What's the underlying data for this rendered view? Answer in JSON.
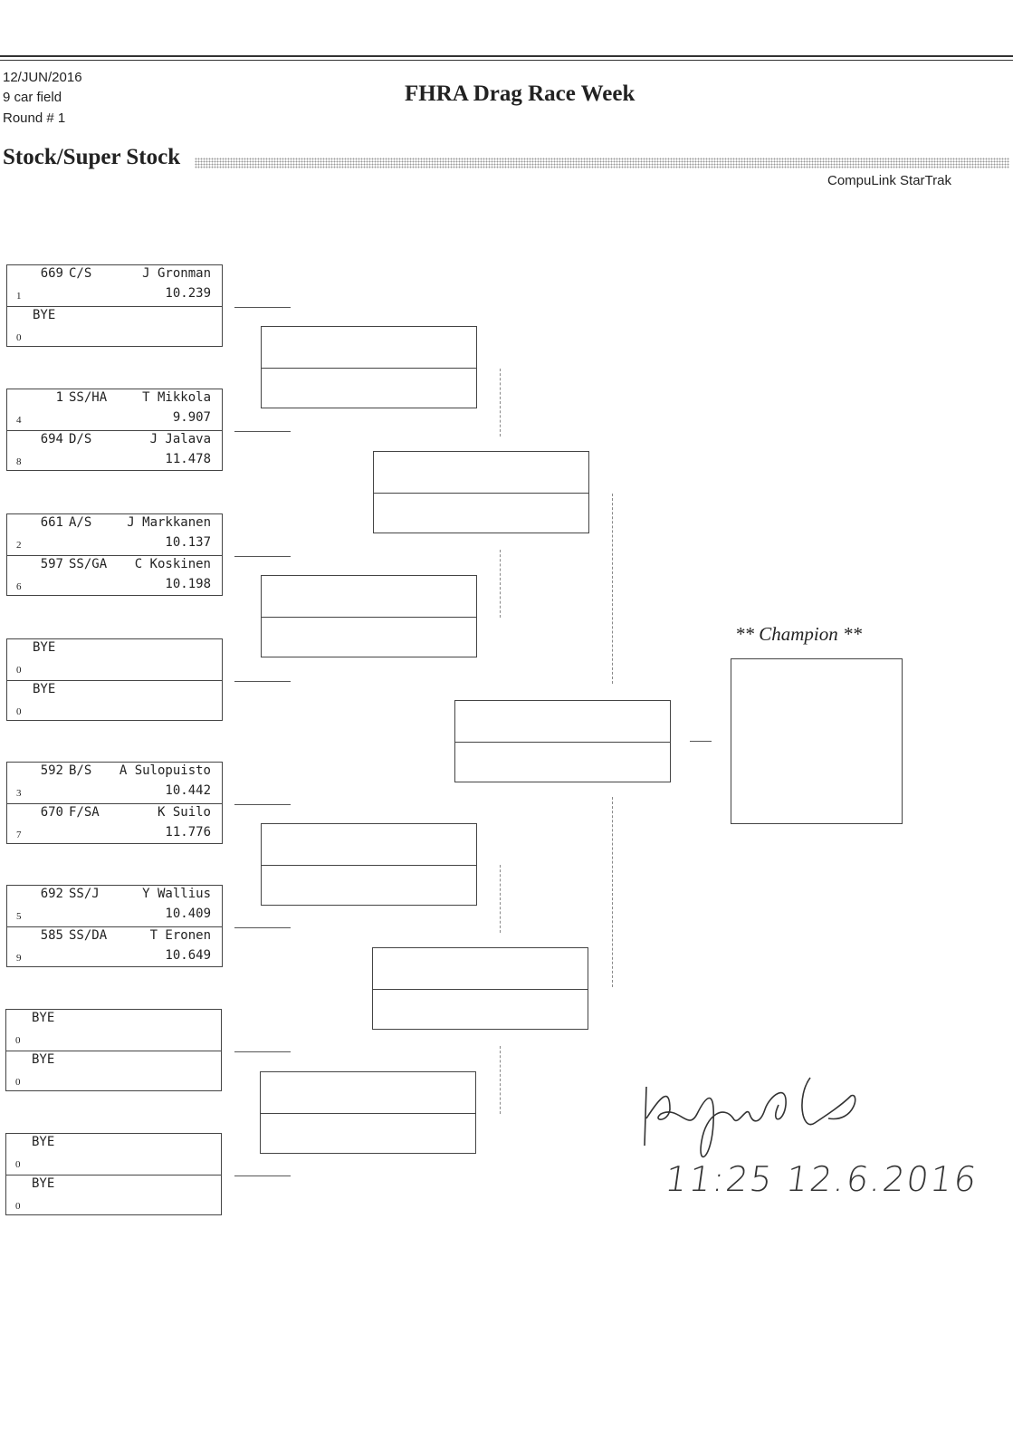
{
  "header": {
    "date": "12/JUN/2016",
    "field": "9 car field",
    "round": "Round # 1",
    "title": "FHRA Drag Race Week",
    "class_name": "Stock/Super Stock",
    "brand": "CompuLink StarTrak"
  },
  "round1": [
    [
      {
        "num": "669",
        "cls": "C/S",
        "driver": "J Gronman",
        "et": "10.239",
        "seed": "1"
      },
      {
        "num": "BYE",
        "cls": "",
        "driver": "",
        "et": "",
        "seed": "0"
      }
    ],
    [
      {
        "num": "1",
        "cls": "SS/HA",
        "driver": "T Mikkola",
        "et": "9.907",
        "seed": "4"
      },
      {
        "num": "694",
        "cls": "D/S",
        "driver": "J Jalava",
        "et": "11.478",
        "seed": "8"
      }
    ],
    [
      {
        "num": "661",
        "cls": "A/S",
        "driver": "J Markkanen",
        "et": "10.137",
        "seed": "2"
      },
      {
        "num": "597",
        "cls": "SS/GA",
        "driver": "C Koskinen",
        "et": "10.198",
        "seed": "6"
      }
    ],
    [
      {
        "num": "BYE",
        "cls": "",
        "driver": "",
        "et": "",
        "seed": "0"
      },
      {
        "num": "BYE",
        "cls": "",
        "driver": "",
        "et": "",
        "seed": "0"
      }
    ],
    [
      {
        "num": "592",
        "cls": "B/S",
        "driver": "A Sulopuisto",
        "et": "10.442",
        "seed": "3"
      },
      {
        "num": "670",
        "cls": "F/SA",
        "driver": "K Suilo",
        "et": "11.776",
        "seed": "7"
      }
    ],
    [
      {
        "num": "692",
        "cls": "SS/J",
        "driver": "Y Wallius",
        "et": "10.409",
        "seed": "5"
      },
      {
        "num": "585",
        "cls": "SS/DA",
        "driver": "T Eronen",
        "et": "10.649",
        "seed": "9"
      }
    ],
    [
      {
        "num": "BYE",
        "cls": "",
        "driver": "",
        "et": "",
        "seed": "0"
      },
      {
        "num": "BYE",
        "cls": "",
        "driver": "",
        "et": "",
        "seed": "0"
      }
    ],
    [
      {
        "num": "BYE",
        "cls": "",
        "driver": "",
        "et": "",
        "seed": "0"
      },
      {
        "num": "BYE",
        "cls": "",
        "driver": "",
        "et": "",
        "seed": "0"
      }
    ]
  ],
  "champion_label": "** Champion **",
  "signature": {
    "time_date": "11:25 12.6.2016"
  }
}
